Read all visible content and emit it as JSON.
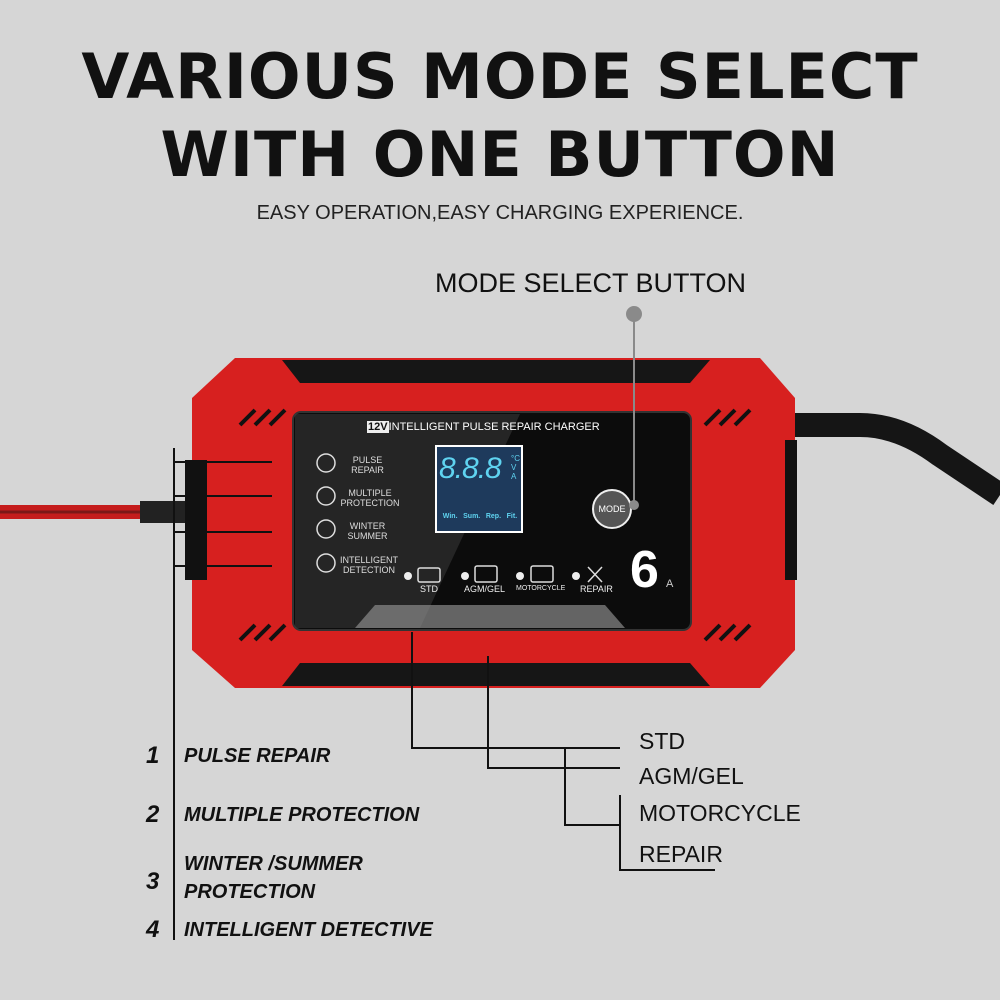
{
  "headline": {
    "line1": "VARIOUS MODE SELECT",
    "line2": "WITH ONE BUTTON",
    "subtitle": "EASY OPERATION,EASY CHARGING EXPERIENCE."
  },
  "mode_callout": "MODE SELECT BUTTON",
  "device": {
    "voltage_badge": "12V",
    "panel_title": "INTELLIGENT PULSE REPAIR CHARGER",
    "features": [
      {
        "l1": "PULSE",
        "l2": "REPAIR"
      },
      {
        "l1": "MULTIPLE",
        "l2": "PROTECTION"
      },
      {
        "l1": "WINTER",
        "l2": "SUMMER"
      },
      {
        "l1": "INTELLIGENT",
        "l2": "DETECTION"
      }
    ],
    "lcd": {
      "digits": "8.8.8",
      "units": [
        "°C",
        "V",
        "A"
      ],
      "icons": [
        "Win.",
        "Sum.",
        "Rep.",
        "Fit."
      ]
    },
    "mode_button": "MODE",
    "modes": [
      "STD",
      "AGM/GEL",
      "MOTORCYCLE",
      "REPAIR"
    ],
    "amperage": "6",
    "amperage_unit": "A",
    "colors": {
      "body": "#d7201f",
      "panel": "#111111",
      "lcd": "#1e3a5c",
      "lcd_text": "#5fd3f0"
    }
  },
  "feature_list": [
    {
      "num": "1",
      "text": "PULSE REPAIR"
    },
    {
      "num": "2",
      "text": "MULTIPLE PROTECTION"
    },
    {
      "num": "3",
      "text": "WINTER /SUMMER PROTECTION"
    },
    {
      "num": "4",
      "text": "INTELLIGENT DETECTIVE"
    }
  ],
  "mode_callouts": [
    "STD",
    "AGM/GEL",
    "MOTORCYCLE",
    "REPAIR"
  ]
}
